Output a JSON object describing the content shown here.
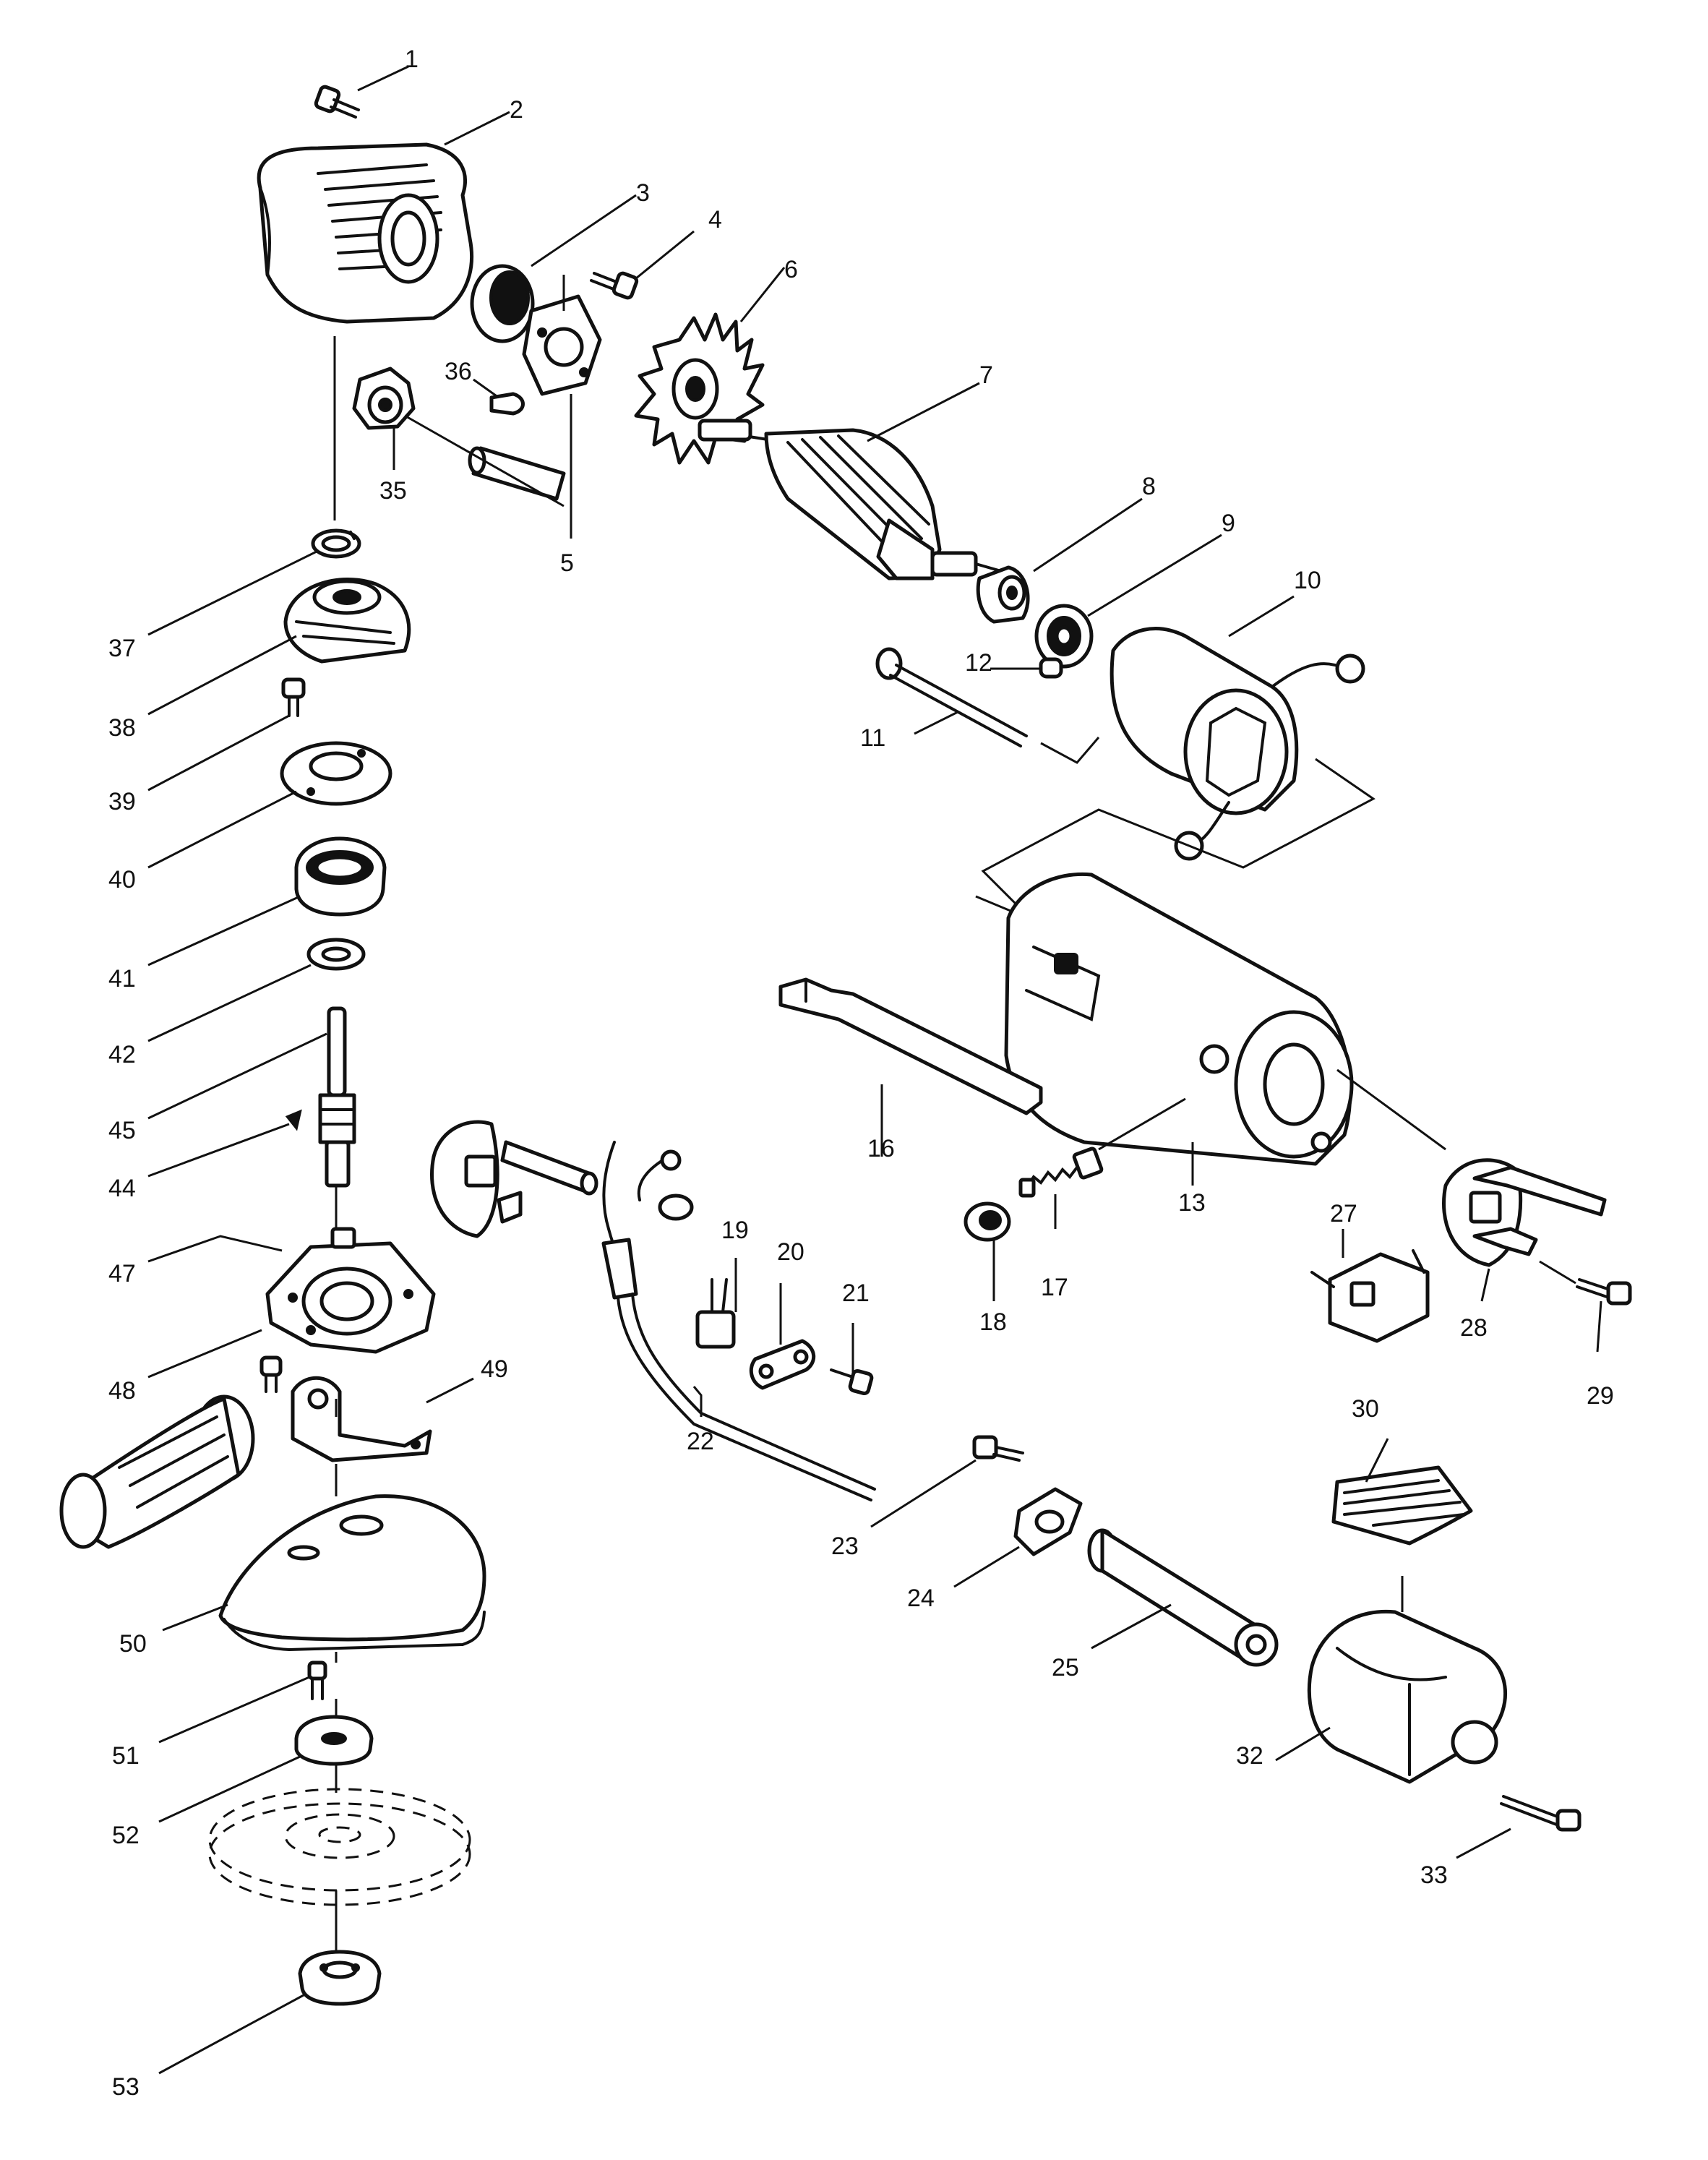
{
  "callouts": [
    {
      "id": "1",
      "label": "1"
    },
    {
      "id": "2",
      "label": "2"
    },
    {
      "id": "3",
      "label": "3"
    },
    {
      "id": "4",
      "label": "4"
    },
    {
      "id": "5",
      "label": "5"
    },
    {
      "id": "6",
      "label": "6"
    },
    {
      "id": "7",
      "label": "7"
    },
    {
      "id": "8",
      "label": "8"
    },
    {
      "id": "9",
      "label": "9"
    },
    {
      "id": "10",
      "label": "10"
    },
    {
      "id": "11",
      "label": "11"
    },
    {
      "id": "12",
      "label": "12"
    },
    {
      "id": "13",
      "label": "13"
    },
    {
      "id": "16",
      "label": "16"
    },
    {
      "id": "17",
      "label": "17"
    },
    {
      "id": "18",
      "label": "18"
    },
    {
      "id": "19",
      "label": "19"
    },
    {
      "id": "20",
      "label": "20"
    },
    {
      "id": "21",
      "label": "21"
    },
    {
      "id": "22",
      "label": "22"
    },
    {
      "id": "23",
      "label": "23"
    },
    {
      "id": "24",
      "label": "24"
    },
    {
      "id": "25",
      "label": "25"
    },
    {
      "id": "27",
      "label": "27"
    },
    {
      "id": "28",
      "label": "28"
    },
    {
      "id": "29",
      "label": "29"
    },
    {
      "id": "30",
      "label": "30"
    },
    {
      "id": "32",
      "label": "32"
    },
    {
      "id": "33",
      "label": "33"
    },
    {
      "id": "35",
      "label": "35"
    },
    {
      "id": "36",
      "label": "36"
    },
    {
      "id": "37",
      "label": "37"
    },
    {
      "id": "38",
      "label": "38"
    },
    {
      "id": "39",
      "label": "39"
    },
    {
      "id": "40",
      "label": "40"
    },
    {
      "id": "41",
      "label": "41"
    },
    {
      "id": "42",
      "label": "42"
    },
    {
      "id": "44",
      "label": "44"
    },
    {
      "id": "45",
      "label": "45"
    },
    {
      "id": "47",
      "label": "47"
    },
    {
      "id": "48",
      "label": "48"
    },
    {
      "id": "49",
      "label": "49"
    },
    {
      "id": "50",
      "label": "50"
    },
    {
      "id": "51",
      "label": "51"
    },
    {
      "id": "52",
      "label": "52"
    },
    {
      "id": "53",
      "label": "53"
    }
  ]
}
